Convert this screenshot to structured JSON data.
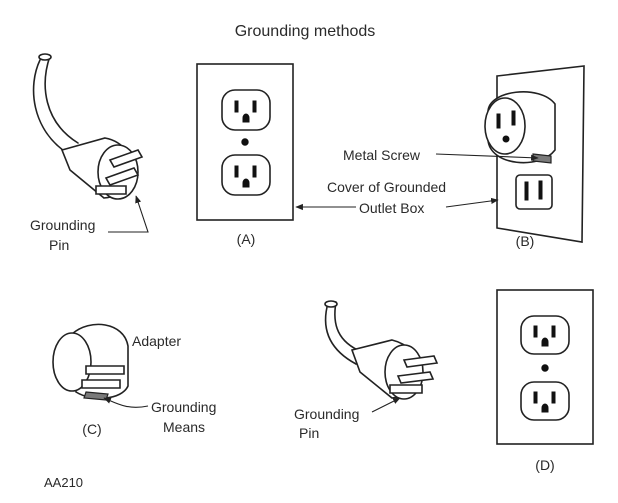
{
  "title": "Grounding methods",
  "labels": {
    "grounding_pin_left": [
      "Grounding",
      "Pin"
    ],
    "panel_a": "(A)",
    "metal_screw": "Metal Screw",
    "cover_box": [
      "Cover of Grounded",
      "Outlet Box"
    ],
    "panel_b": "(B)",
    "adapter": "Adapter",
    "grounding_means": [
      "Grounding",
      "Means"
    ],
    "panel_c": "(C)",
    "grounding_pin_right": [
      "Grounding",
      "Pin"
    ],
    "panel_d": "(D)",
    "figure_code": "AA210"
  },
  "colors": {
    "line": "#222222",
    "shade": "#7a7a7a",
    "background": "#ffffff"
  }
}
